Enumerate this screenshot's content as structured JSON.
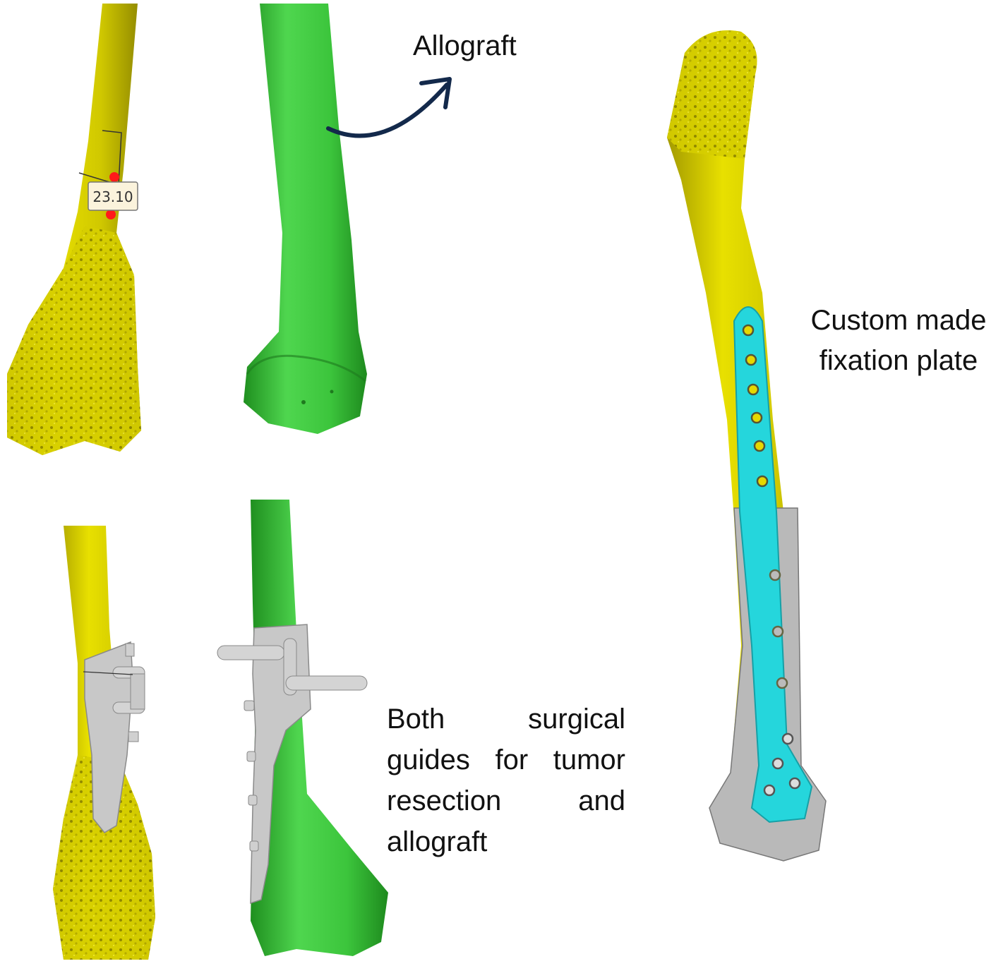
{
  "labels": {
    "allograft": "Allograft",
    "plate_line1": "Custom made",
    "plate_line2": "fixation plate",
    "guides": "Both surgical guides for tumor resection and allograft"
  },
  "measurement": {
    "value": "23.10"
  },
  "colors": {
    "host_bone": "#dcd400",
    "host_bone_dark": "#9a9200",
    "allograft": "#3cc53c",
    "allograft_dark": "#1e8a1e",
    "guide": "#c8c8c8",
    "plate": "#25d6dc",
    "plate_dark": "#16a0a6",
    "arrow": "#13294b",
    "marker": "#ff1a1a"
  },
  "icons": {
    "arrow": "curved-arrow-icon"
  }
}
